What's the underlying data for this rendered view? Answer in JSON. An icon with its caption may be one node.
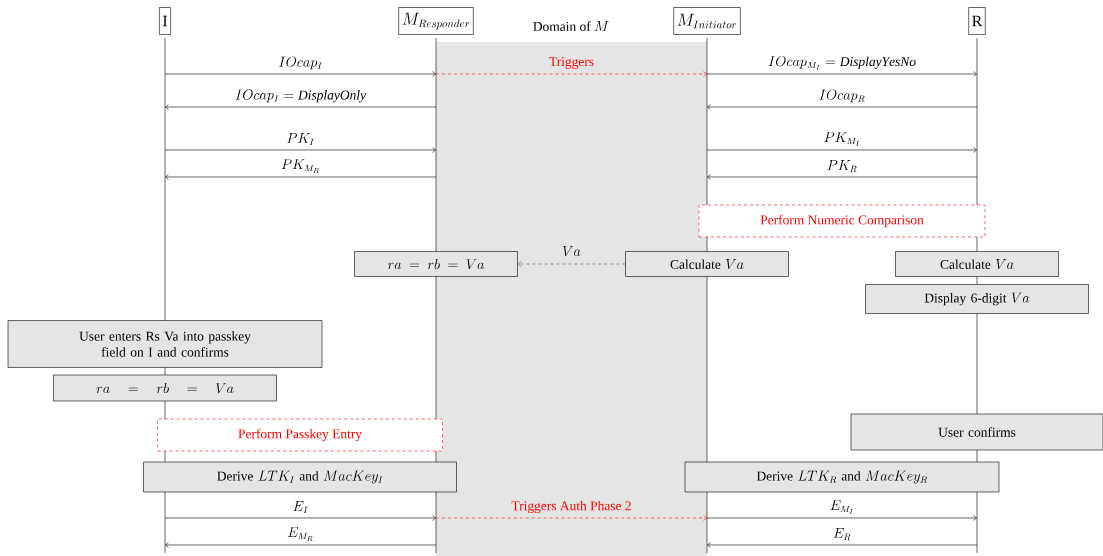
{
  "diagram": {
    "nodes": [
      {
        "text": [
          "I"
        ]
      },
      {
        "text": [
          "M_{Responder}"
        ]
      },
      {
        "text": [
          "M_{Initiator}"
        ]
      },
      {
        "text": [
          "R"
        ]
      },
      {
        "text": [],
        "shape": "line"
      },
      {
        "text": [],
        "shape": "line"
      },
      {
        "text": [],
        "shape": "line"
      },
      {
        "text": [],
        "shape": "line"
      },
      {
        "text": [
          "Perform Numeric Comparison"
        ]
      },
      {
        "text": [
          "ra = rb = Va"
        ]
      },
      {
        "text": [
          "\\text{Calculate } Va"
        ]
      },
      {
        "text": [
          "\\text{Calculate } Va"
        ]
      },
      {
        "text": [
          "\\text{Display 6-digit } Va"
        ]
      },
      {
        "text": [
          "User enters Rs Va into passkey field on I and confirms"
        ]
      },
      {
        "text": [
          "ra \\;=\\; rb \\;=\\; Va"
        ]
      },
      {
        "text": [
          "Perform Passkey Entry"
        ]
      },
      {
        "text": [
          "User confirms"
        ]
      },
      {
        "text": [
          "\\text{Derive } LTK_I \\text{ and } MacKey_I"
        ]
      },
      {
        "text": [
          "\\text{Derive } LTK_R \\text{ and } MacKey_R"
        ]
      },
      {
        "text": [],
        "shape": "line"
      },
      {
        "text": [],
        "shape": "line"
      },
      {
        "text": [],
        "shape": "line"
      },
      {
        "text": [],
        "shape": "line"
      }
    ],
    "edges": [
      {
        "from": 4,
        "to": 5,
        "arrow": "to",
        "label": "IOcap_I"
      },
      {
        "from": 5,
        "to": 6,
        "arrow": "to",
        "label": "Triggers",
        "style": "dashed",
        "color": "#ff0000"
      },
      {
        "from": 6,
        "to": 7,
        "arrow": "to",
        "label": "IOcap_{M_I} = \\mathit{DisplayYesNo}"
      },
      {
        "from": 5,
        "to": 4,
        "arrow": "to",
        "label": "IOcap_I = \\mathit{DisplayOnly}"
      },
      {
        "from": 7,
        "to": 6,
        "arrow": "to",
        "label": "IOcap_R"
      },
      {
        "from": 4,
        "to": 5,
        "arrow": "to",
        "label": "PK_I"
      },
      {
        "from": 6,
        "to": 7,
        "arrow": "to",
        "label": "PK_{M_I}"
      },
      {
        "from": 5,
        "to": 4,
        "arrow": "to",
        "label": "PK_{M_R}"
      },
      {
        "from": 7,
        "to": 6,
        "arrow": "to",
        "label": "PK_R"
      },
      {
        "from": 10,
        "to": 9,
        "arrow": "to",
        "label": "Va",
        "style": "dashed",
        "color": "#555555"
      },
      {
        "from": 19,
        "to": 20,
        "arrow": "to",
        "label": "E_I"
      },
      {
        "from": 20,
        "to": 21,
        "arrow": "to",
        "label": "Triggers Auth Phase 2",
        "style": "dashed",
        "color": "#ff0000"
      },
      {
        "from": 21,
        "to": 22,
        "arrow": "to",
        "label": "E_{M_I}"
      },
      {
        "from": 20,
        "to": 19,
        "arrow": "to",
        "label": "E_{M_R}"
      },
      {
        "from": 22,
        "to": 21,
        "arrow": "to",
        "label": "E_R"
      }
    ],
    "labels": [
      "\\text{Domain of } M"
    ]
  }
}
